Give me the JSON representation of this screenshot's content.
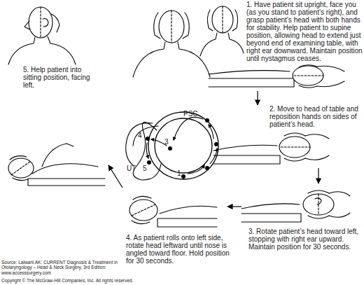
{
  "diagram": {
    "nodes": [
      {
        "text": [
          "1. Have patient sit upright, face you (as you stand to patient’s right), and grasp patient’s head with both hands for stability. Help patient to supine position, allowing head to extend just beyond end of examining table, with right ear downward. Maintain position until nystagmus ceases."
        ]
      },
      {
        "text": [
          "2. Move to head of table and reposition hands on sides of patient’s head."
        ]
      },
      {
        "text": [
          "3. Rotate patient’s head toward left, stopping with right ear upward. Maintain position for 30 seconds."
        ]
      },
      {
        "text": [
          "4. As patient rolls onto left side, rotate head leftward until nose is angled toward floor. Hold position for 30 seconds."
        ]
      },
      {
        "text": [
          "5. Help patient into sitting position, facing left."
        ]
      }
    ],
    "edges": [
      {
        "from": 0,
        "to": 1,
        "arrow": "to"
      },
      {
        "from": 1,
        "to": 2,
        "arrow": "to"
      },
      {
        "from": 2,
        "to": 3,
        "arrow": "to"
      },
      {
        "from": 3,
        "to": 4,
        "arrow": "to"
      }
    ],
    "labels": [
      "PSC",
      "4",
      "3",
      "UT",
      "5",
      "1",
      "Source: Lalwani AK: CURRENT Diagnosis & Treatment in Otolaryngology – Head & Neck Surgery, 3rd Edition: www.accesssurgery.com",
      "Copyright © The McGraw-Hill Companies, Inc. All rights reserved."
    ]
  }
}
